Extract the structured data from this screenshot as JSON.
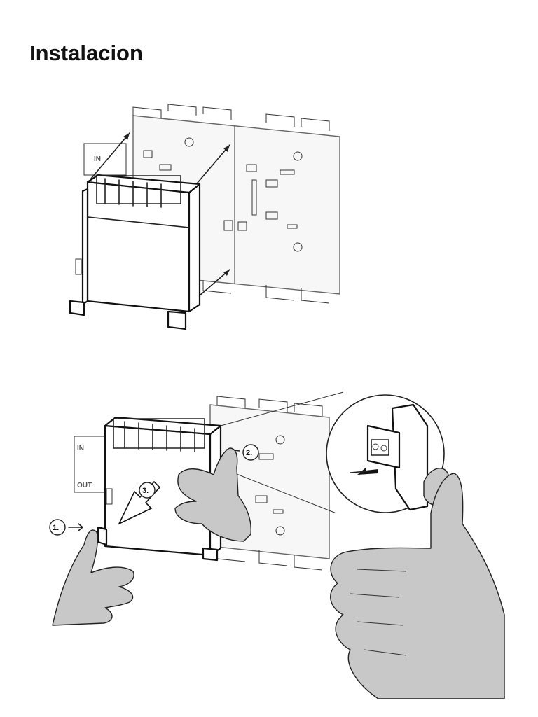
{
  "page": {
    "title": "Instalacion"
  },
  "figure_top": {
    "label_in": "IN"
  },
  "figure_bottom": {
    "label_in": "IN",
    "label_out": "OUT",
    "steps": [
      "1.",
      "2.",
      "3."
    ]
  }
}
